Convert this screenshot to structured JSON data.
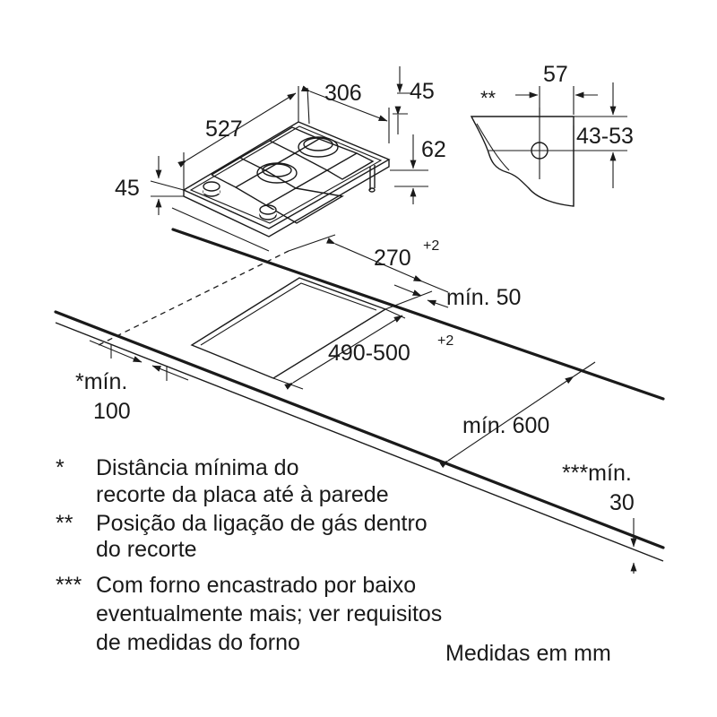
{
  "dimensions": {
    "depth": "527",
    "width": "306",
    "top_offset": "45",
    "left_height": "45",
    "knob_height": "62",
    "gas_57": "57",
    "gas_range": "43-53",
    "gas_marker": "**",
    "cutout_width": "270",
    "cutout_width_tol": "+2",
    "cutout_depth": "490-500",
    "cutout_depth_tol": "+2",
    "min_50": "mín. 50",
    "min_600": "mín. 600",
    "min_100_a": "*mín.",
    "min_100_b": "100",
    "min_30_a": "***mín.",
    "min_30_b": "30"
  },
  "notes": [
    {
      "mark": "*",
      "lines": [
        "Distância mínima do",
        "recorte da placa até à parede"
      ]
    },
    {
      "mark": "**",
      "lines": [
        "Posição da ligação de gás dentro",
        "do recorte"
      ]
    },
    {
      "mark": "***",
      "lines": [
        "Com forno encastrado por baixo",
        "eventualmente mais; ver requisitos",
        "de medidas do forno"
      ]
    }
  ],
  "units": "Medidas em mm",
  "icons": [
    "gas-hob-drawing",
    "gas-connection-drawing",
    "worktop-cutout-drawing"
  ]
}
